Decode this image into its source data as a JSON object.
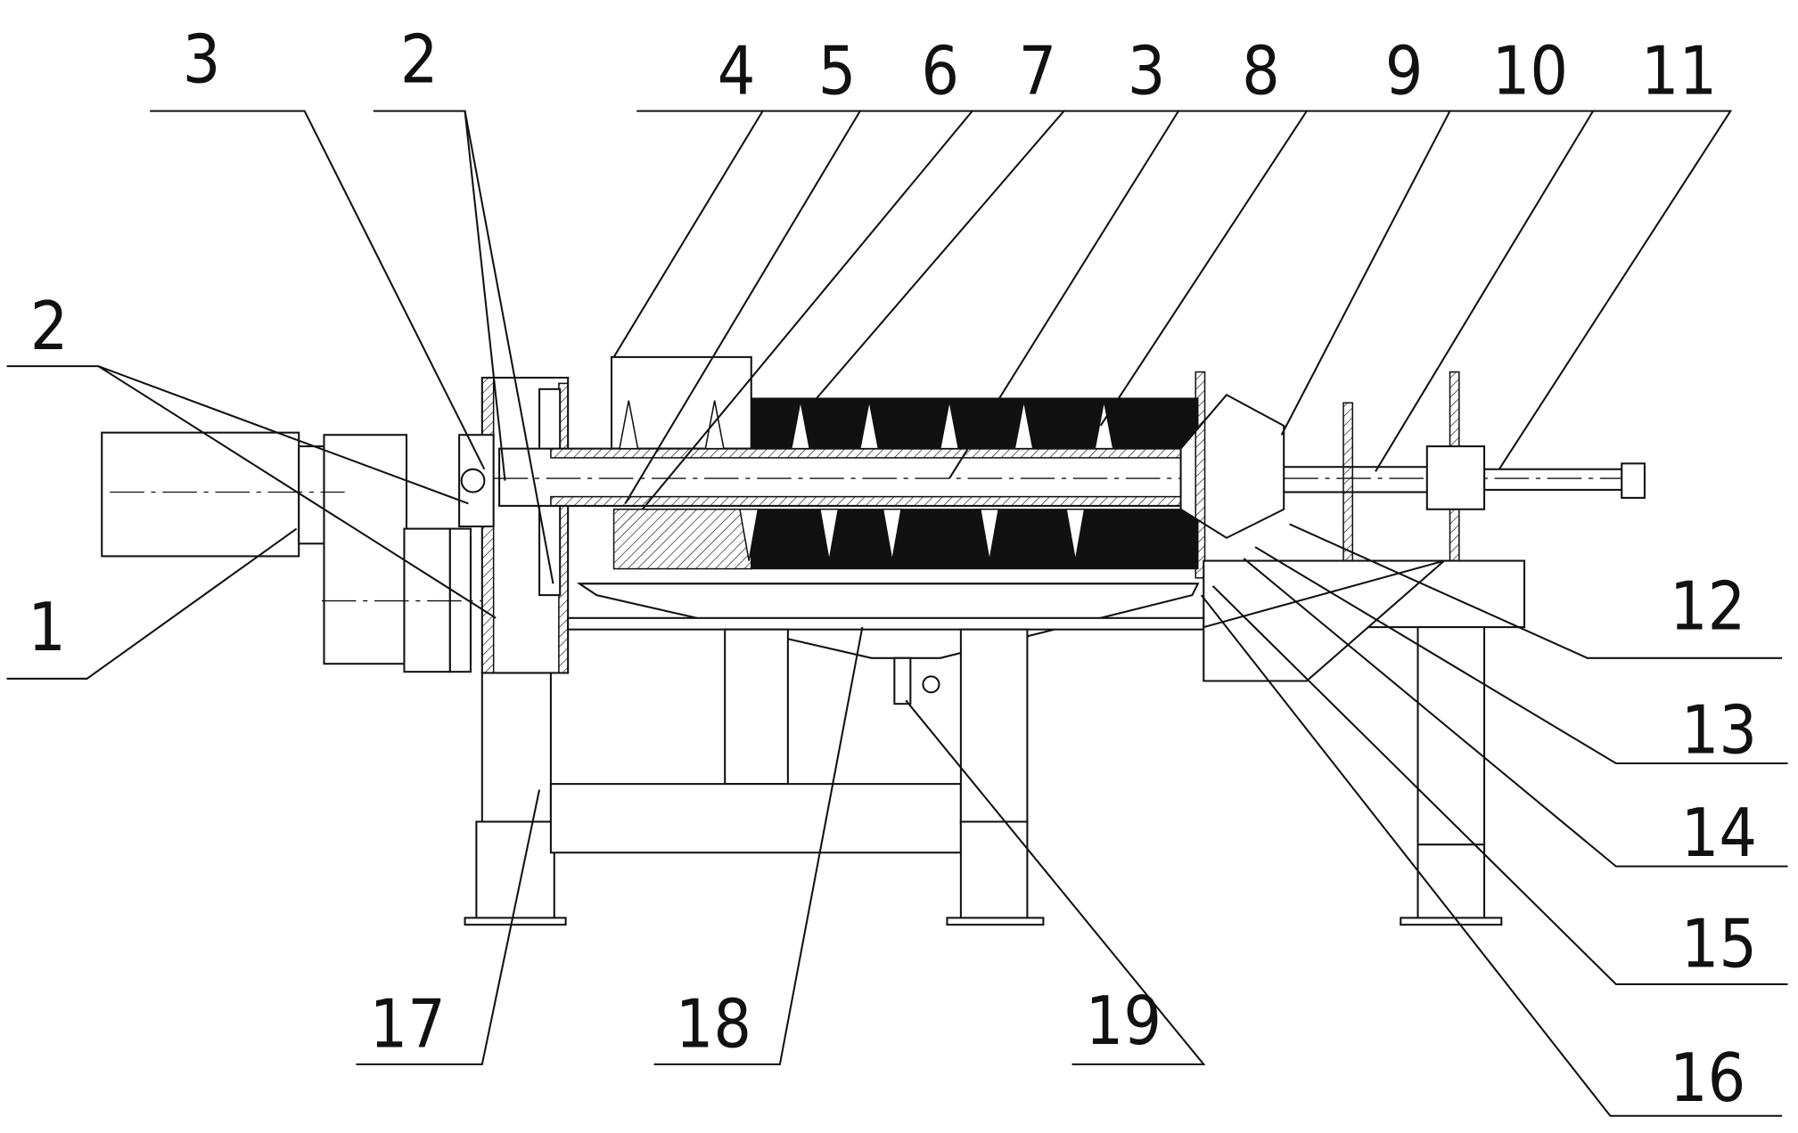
{
  "figure": {
    "labels_top": [
      "3",
      "2",
      "4",
      "5",
      "6",
      "7",
      "3",
      "8",
      "9",
      "10",
      "11"
    ],
    "labels_left": [
      "2",
      "1"
    ],
    "labels_right": [
      "12",
      "13",
      "14",
      "15",
      "16"
    ],
    "labels_bottom": [
      "17",
      "18",
      "19"
    ]
  }
}
